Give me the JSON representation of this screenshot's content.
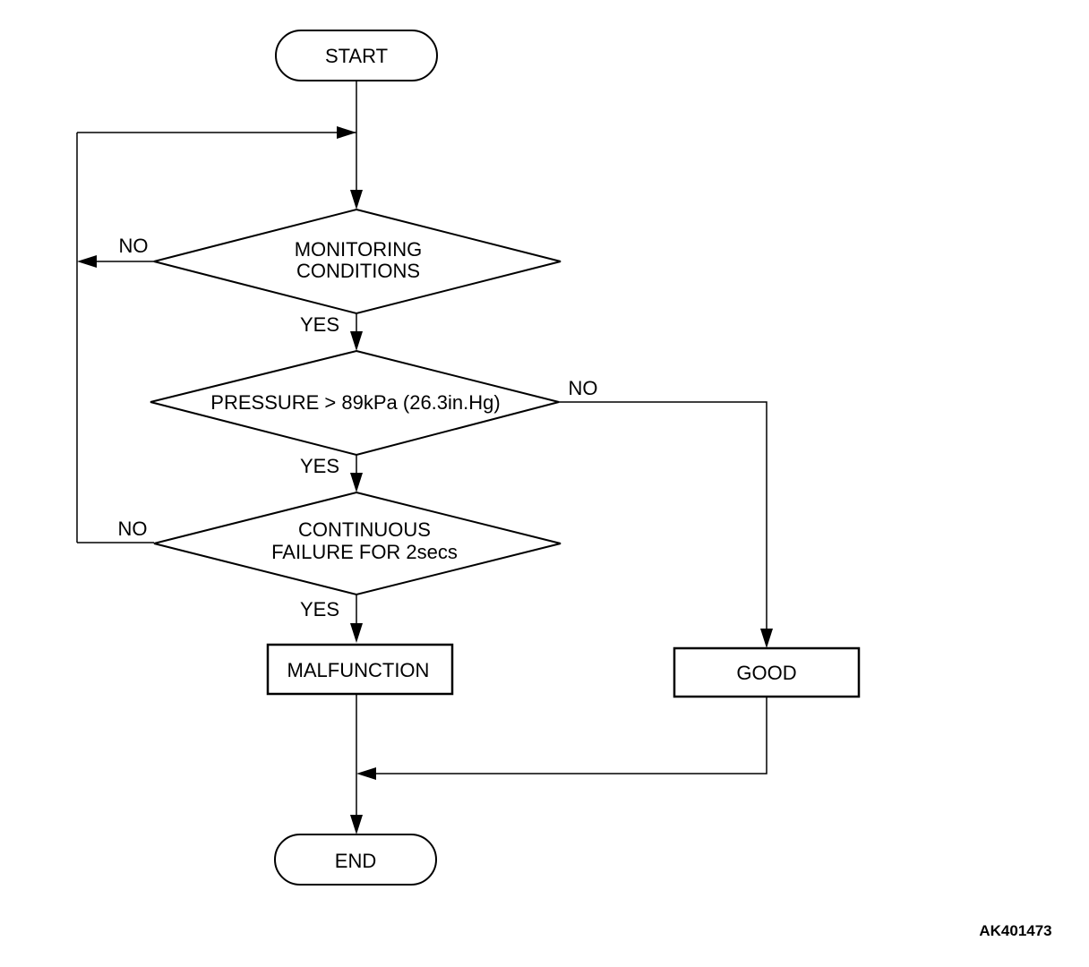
{
  "nodes": {
    "start": "START",
    "monitoring": [
      "MONITORING",
      "CONDITIONS"
    ],
    "pressure": "PRESSURE > 89kPa (26.3in.Hg)",
    "continuous": [
      "CONTINUOUS",
      "FAILURE FOR 2secs"
    ],
    "malfunction": "MALFUNCTION",
    "good": "GOOD",
    "end": "END"
  },
  "edges": {
    "monitoring_no": "NO",
    "monitoring_yes": "YES",
    "pressure_no": "NO",
    "pressure_yes": "YES",
    "continuous_no": "NO",
    "continuous_yes": "YES"
  },
  "figure_code": "AK401473"
}
